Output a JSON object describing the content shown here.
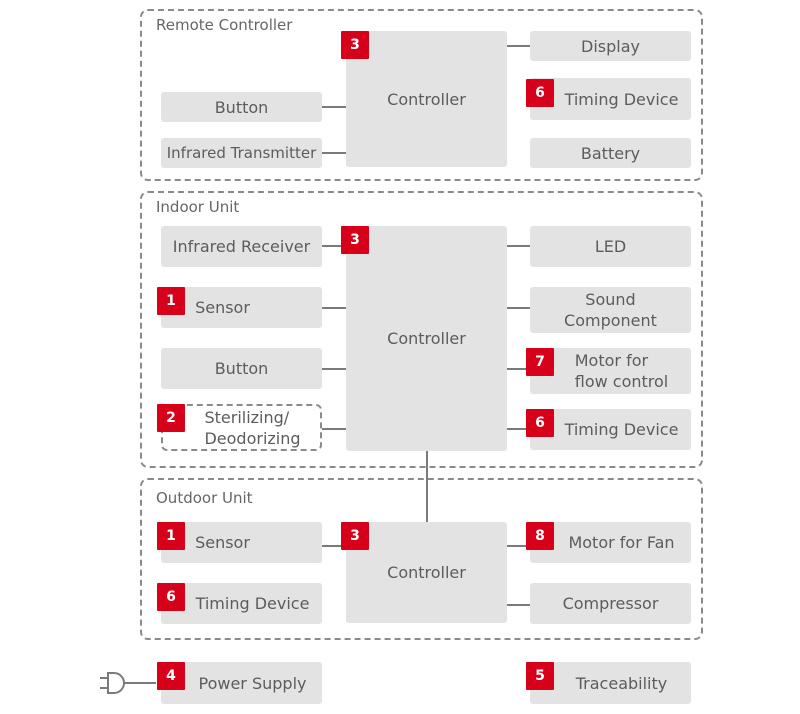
{
  "colors": {
    "badge": "#d7001b",
    "box": "#e3e3e3",
    "line": "#7a7a7a",
    "text": "#5c5c5c"
  },
  "remote": {
    "title": "Remote Controller",
    "controller": "Controller",
    "controller_badge": "3",
    "button": "Button",
    "infrared_transmitter": "Infrared Transmitter",
    "display": "Display",
    "timing_device": "Timing Device",
    "timing_badge": "6",
    "battery": "Battery"
  },
  "indoor": {
    "title": "Indoor Unit",
    "controller": "Controller",
    "controller_badge": "3",
    "infrared_receiver": "Infrared Receiver",
    "sensor": "Sensor",
    "sensor_badge": "1",
    "button": "Button",
    "sterilizing": "Sterilizing/\nDeodorizing",
    "sterilizing_badge": "2",
    "led": "LED",
    "sound_component": "Sound\nComponent",
    "motor_flow": "Motor for\nflow control",
    "motor_flow_badge": "7",
    "timing_device": "Timing Device",
    "timing_badge": "6"
  },
  "outdoor": {
    "title": "Outdoor Unit",
    "controller": "Controller",
    "controller_badge": "3",
    "sensor": "Sensor",
    "sensor_badge": "1",
    "timing_device": "Timing Device",
    "timing_badge": "6",
    "motor_fan": "Motor for Fan",
    "motor_fan_badge": "8",
    "compressor": "Compressor"
  },
  "extras": {
    "power_supply": "Power Supply",
    "power_badge": "4",
    "traceability": "Traceability",
    "traceability_badge": "5",
    "plug_icon": "power-plug-icon"
  }
}
